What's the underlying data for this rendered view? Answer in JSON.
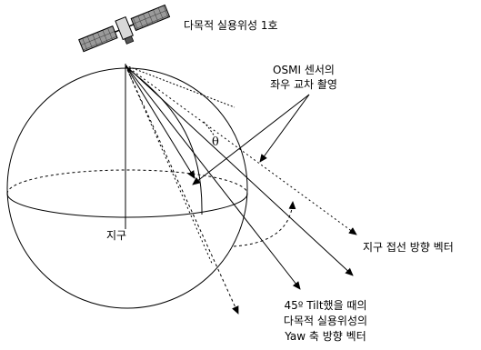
{
  "labels": {
    "satellite": "다목적 실용위성 1호",
    "osmi_line1": "OSMI 센서의",
    "osmi_line2": "좌우 교차 촬영",
    "theta": "θ",
    "earth": "지구",
    "tangent": "지구 접선 방향 벡터",
    "tilt_line1": "45º Tilt했을 때의",
    "tilt_line2": "다목적 실용위성의",
    "tilt_line3": "Yaw 축 방향 벡터"
  },
  "colors": {
    "stroke": "#000000",
    "background": "#ffffff",
    "solar_panel": "#6f6f6f"
  },
  "tilt_angle_deg": 45
}
